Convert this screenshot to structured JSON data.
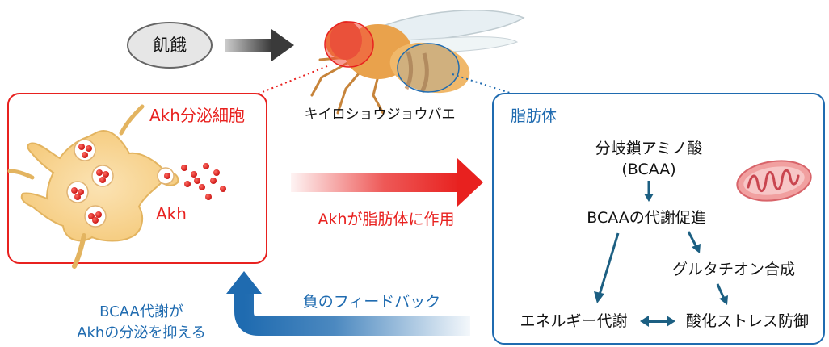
{
  "starvation": "飢餓",
  "fly_label": "キイロショウジョウバエ",
  "akh_cell": {
    "title": "Akh分泌細胞",
    "hormone": "Akh"
  },
  "action_label": "Akhが脂肪体に作用",
  "fat_body": {
    "title": "脂肪体",
    "bcaa_line1": "分岐鎖アミノ酸",
    "bcaa_line2": "(BCAA)",
    "bcaa_metabolism": "BCAAの代謝促進",
    "glutathione": "グルタチオン合成",
    "energy": "エネルギー代謝",
    "oxidative": "酸化ストレス防御"
  },
  "feedback_label": "負のフィードバック",
  "feedback_note_line1": "BCAA代謝が",
  "feedback_note_line2": "Akhの分泌を抑える",
  "colors": {
    "red": "#e8211f",
    "blue": "#1f6bb0",
    "teal": "#1c5f82",
    "grey_arrow": "#3a3a3a",
    "cell": "#f7d28c",
    "cell_stroke": "#e3b460"
  },
  "icons": [
    "fly-image",
    "mitochondrion-icon",
    "secretory-cell-icon"
  ]
}
